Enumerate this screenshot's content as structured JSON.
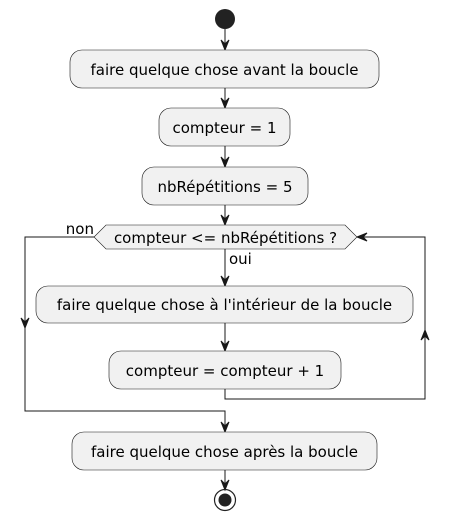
{
  "diagram": {
    "type": "activity",
    "before_loop": "faire quelque chose avant la boucle",
    "init_counter": "compteur = 1",
    "init_repetitions": "nbRépétitions = 5",
    "loop_condition": "compteur <= nbRépétitions ?",
    "yes_label": "oui",
    "no_label": "non",
    "loop_body": "faire quelque chose à l'intérieur de la boucle",
    "increment": "compteur = compteur + 1",
    "after_loop": "faire quelque chose après la boucle",
    "colors": {
      "node_fill": "#f1f1f1",
      "stroke": "#181818",
      "background": "#ffffff"
    }
  }
}
